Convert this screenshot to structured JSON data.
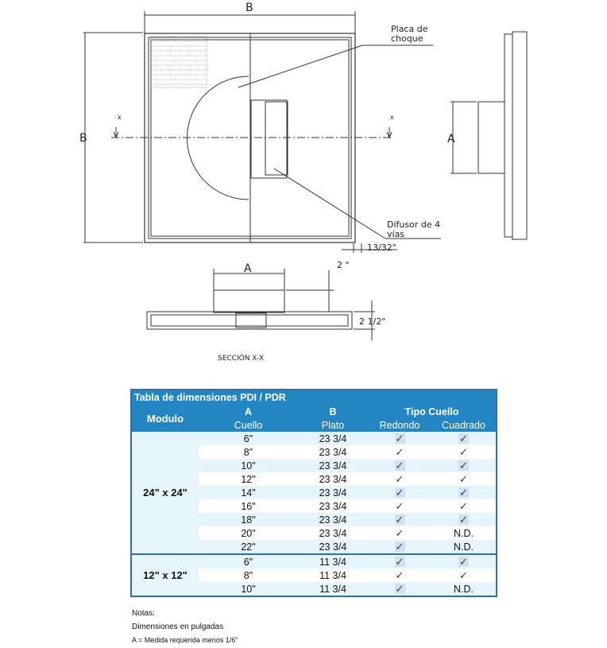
{
  "drawing": {
    "dim_b_top": "B",
    "dim_b_left": "B",
    "dim_a_side": "A",
    "dim_a_section": "A",
    "label_placa": [
      "Placa de",
      "choque"
    ],
    "label_difusor": [
      "Difusor de 4",
      "vías"
    ],
    "dim_13_32": "13/32\"",
    "dim_2": "2 \"",
    "dim_2_1_2": "2 1/2\"",
    "section_mark": "x",
    "section_title": "SECCIÓN X-X"
  },
  "table": {
    "title": "Tabla de dimensiones PDI / PDR",
    "headers": {
      "modulo": "Modulo",
      "a": "A",
      "a_sub": "Cuello",
      "b": "B",
      "b_sub": "Plato",
      "tipo": "Tipo  Cuello",
      "redondo": "Redondo",
      "cuadrado": "Cuadrado"
    },
    "groups": [
      {
        "modulo": "24\" x 24\"",
        "rows": [
          {
            "a": "6\"",
            "b": "23 3/4",
            "redondo": "✓",
            "cuadrado": "✓"
          },
          {
            "a": "8\"",
            "b": "23 3/4",
            "redondo": "✓",
            "cuadrado": "✓"
          },
          {
            "a": "10\"",
            "b": "23 3/4",
            "redondo": "✓",
            "cuadrado": "✓"
          },
          {
            "a": "12\"",
            "b": "23 3/4",
            "redondo": "✓",
            "cuadrado": "✓"
          },
          {
            "a": "14\"",
            "b": "23 3/4",
            "redondo": "✓",
            "cuadrado": "✓"
          },
          {
            "a": "16\"",
            "b": "23 3/4",
            "redondo": "✓",
            "cuadrado": "✓"
          },
          {
            "a": "18\"",
            "b": "23 3/4",
            "redondo": "✓",
            "cuadrado": "✓"
          },
          {
            "a": "20\"",
            "b": "23 3/4",
            "redondo": "✓",
            "cuadrado": "N.D."
          },
          {
            "a": "22\"",
            "b": "23 3/4",
            "redondo": "✓",
            "cuadrado": "N.D."
          }
        ]
      },
      {
        "modulo": "12\" x 12\"",
        "rows": [
          {
            "a": "6\"",
            "b": "11 3/4",
            "redondo": "✓",
            "cuadrado": "✓"
          },
          {
            "a": "8\"",
            "b": "11 3/4",
            "redondo": "✓",
            "cuadrado": "✓"
          },
          {
            "a": "10\"",
            "b": "11 3/4",
            "redondo": "✓",
            "cuadrado": "N.D."
          }
        ]
      }
    ]
  },
  "notes": {
    "title": "Notas:",
    "line1": "Dimensiones en pulgadas",
    "line2": "A = Medida requerida menos 1/6\""
  }
}
